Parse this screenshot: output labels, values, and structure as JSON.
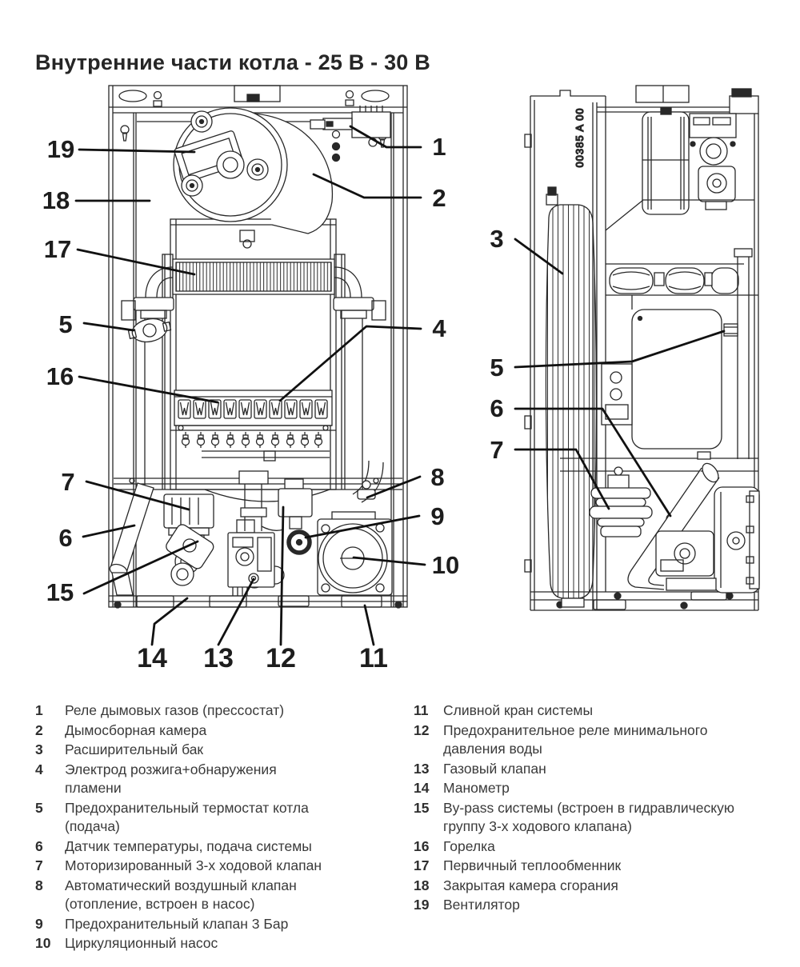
{
  "title": "Внутренние части котла - 25 В - 30 В",
  "diagram": {
    "plate_code": "00385 A 00",
    "callouts_front": [
      "19",
      "18",
      "17",
      "5",
      "16",
      "7",
      "6",
      "15",
      "1",
      "2",
      "4",
      "8",
      "9",
      "10",
      "14",
      "13",
      "12",
      "11"
    ],
    "callouts_side": [
      "3",
      "5",
      "6",
      "7"
    ]
  },
  "legend": {
    "left": [
      {
        "num": "1",
        "text": "Реле дымовых газов (прессостат)"
      },
      {
        "num": "2",
        "text": "Дымосборная камера"
      },
      {
        "num": "3",
        "text": "Расширительный бак"
      },
      {
        "num": "4",
        "text": "Электрод розжига+обнаружения пламени"
      },
      {
        "num": "5",
        "text": "Предохранительный термостат котла (подача)"
      },
      {
        "num": "6",
        "text": "Датчик температуры, подача системы"
      },
      {
        "num": "7",
        "text": "Моторизированный 3-х ходовой клапан"
      },
      {
        "num": "8",
        "text": "Автоматический воздушный клапан (отопление, встроен в насос)"
      },
      {
        "num": "9",
        "text": "Предохранительный клапан 3 Бар"
      },
      {
        "num": "10",
        "text": "Циркуляционный насос"
      }
    ],
    "right": [
      {
        "num": "11",
        "text": "Сливной кран системы"
      },
      {
        "num": "12",
        "text": "Предохранительное реле минимального давления воды"
      },
      {
        "num": "13",
        "text": "Газовый клапан"
      },
      {
        "num": "14",
        "text": "Манометр"
      },
      {
        "num": "15",
        "text": "By-pass системы (встроен в гидравлическую группу 3-х ходового клапана)"
      },
      {
        "num": "16",
        "text": "Горелка"
      },
      {
        "num": "17",
        "text": "Первичный теплообменник"
      },
      {
        "num": "18",
        "text": "Закрытая камера сгорания"
      },
      {
        "num": "19",
        "text": "Вентилятор"
      }
    ]
  }
}
